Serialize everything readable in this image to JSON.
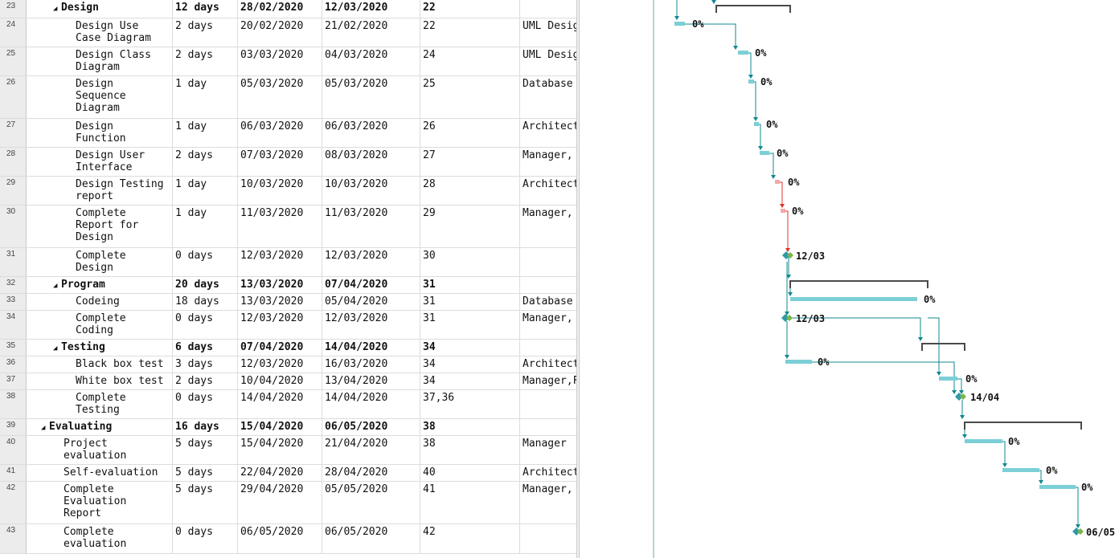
{
  "colors": {
    "task_bar": "#7ccfd6",
    "critical_bar": "#f4a7a7",
    "milestone": "#2f9aa5",
    "summary_bracket": "#4a4a4a",
    "link": "#11888f",
    "critical_link": "#d9332b",
    "progress_tick": "#7ab648"
  },
  "rows": [
    {
      "id": "23",
      "name": "Design",
      "summary": true,
      "duration": "12 days",
      "start": "28/02/2020",
      "finish": "12/03/2020",
      "pred": "22",
      "resources": "",
      "gantt_label": ""
    },
    {
      "id": "24",
      "name": "Design Use\nCase Diagram",
      "summary": false,
      "duration": "2 days",
      "start": "20/02/2020",
      "finish": "21/02/2020",
      "pred": "22",
      "resources": "UML Design\nArchitect",
      "gantt_label": "0%"
    },
    {
      "id": "25",
      "name": "Design Class\nDiagram",
      "summary": false,
      "duration": "2 days",
      "start": "03/03/2020",
      "finish": "04/03/2020",
      "pred": "24",
      "resources": "UML Design\nArchitect",
      "gantt_label": "0%"
    },
    {
      "id": "26",
      "name": "Design\nSequence\nDiagram",
      "summary": false,
      "duration": "1 day",
      "start": "05/03/2020",
      "finish": "05/03/2020",
      "pred": "25",
      "resources": "Database\nadministr\nHardware\ninstall",
      "gantt_label": "0%"
    },
    {
      "id": "27",
      "name": "Design\nFunction",
      "summary": false,
      "duration": "1 day",
      "start": "06/03/2020",
      "finish": "06/03/2020",
      "pred": "26",
      "resources": "Architect\nManager,F",
      "gantt_label": "0%"
    },
    {
      "id": "28",
      "name": "Design User\nInterface",
      "summary": false,
      "duration": "2 days",
      "start": "07/03/2020",
      "finish": "08/03/2020",
      "pred": "27",
      "resources": "Manager,\nMedia page",
      "gantt_label": "0%"
    },
    {
      "id": "29",
      "name": "Design Testing\nreport",
      "summary": false,
      "duration": "1 day",
      "start": "10/03/2020",
      "finish": "10/03/2020",
      "pred": "28",
      "resources": "Architect\nDatabase\nadmin",
      "gantt_label": "0%"
    },
    {
      "id": "30",
      "name": "Complete\nReport for\nDesign",
      "summary": false,
      "duration": "1 day",
      "start": "11/03/2020",
      "finish": "11/03/2020",
      "pred": "29",
      "resources": "Manager,\nRecorder",
      "gantt_label": "0%"
    },
    {
      "id": "31",
      "name": "Complete\nDesign",
      "summary": false,
      "duration": "0 days",
      "start": "12/03/2020",
      "finish": "12/03/2020",
      "pred": "30",
      "resources": "",
      "gantt_label": "12/03"
    },
    {
      "id": "32",
      "name": "Program",
      "summary": true,
      "duration": "20 days",
      "start": "13/03/2020",
      "finish": "07/04/2020",
      "pred": "31",
      "resources": "",
      "gantt_label": ""
    },
    {
      "id": "33",
      "name": "Codeing",
      "summary": false,
      "duration": "18 days",
      "start": "13/03/2020",
      "finish": "05/04/2020",
      "pred": "31",
      "resources": "Database",
      "gantt_label": "0%"
    },
    {
      "id": "34",
      "name": "Complete\nCoding",
      "summary": false,
      "duration": "0 days",
      "start": "12/03/2020",
      "finish": "12/03/2020",
      "pred": "31",
      "resources": "Manager,\nRecorder",
      "gantt_label": "12/03"
    },
    {
      "id": "35",
      "name": "Testing",
      "summary": true,
      "duration": "6 days",
      "start": "07/04/2020",
      "finish": "14/04/2020",
      "pred": "34",
      "resources": "",
      "gantt_label": ""
    },
    {
      "id": "36",
      "name": "Black box test",
      "summary": false,
      "duration": "3 days",
      "start": "12/03/2020",
      "finish": "16/03/2020",
      "pred": "34",
      "resources": "Architect",
      "gantt_label": "0%"
    },
    {
      "id": "37",
      "name": "White box test",
      "summary": false,
      "duration": "2 days",
      "start": "10/04/2020",
      "finish": "13/04/2020",
      "pred": "34",
      "resources": "Manager,F",
      "gantt_label": "0%"
    },
    {
      "id": "38",
      "name": "Complete\nTesting",
      "summary": false,
      "duration": "0 days",
      "start": "14/04/2020",
      "finish": "14/04/2020",
      "pred": "37,36",
      "resources": "",
      "gantt_label": "14/04"
    },
    {
      "id": "39",
      "name": "Evaluating",
      "summary": true,
      "duration": "16 days",
      "start": "15/04/2020",
      "finish": "06/05/2020",
      "pred": "38",
      "resources": "",
      "gantt_label": ""
    },
    {
      "id": "40",
      "name": "Project\nevaluation",
      "summary": false,
      "duration": "5 days",
      "start": "15/04/2020",
      "finish": "21/04/2020",
      "pred": "38",
      "resources": "Manager",
      "gantt_label": "0%"
    },
    {
      "id": "41",
      "name": "Self-evaluation",
      "summary": false,
      "duration": "5 days",
      "start": "22/04/2020",
      "finish": "28/04/2020",
      "pred": "40",
      "resources": "Architect",
      "gantt_label": "0%"
    },
    {
      "id": "42",
      "name": "Complete\nEvaluation\nReport",
      "summary": false,
      "duration": "5 days",
      "start": "29/04/2020",
      "finish": "05/05/2020",
      "pred": "41",
      "resources": "Manager,\nRecorder",
      "gantt_label": "0%"
    },
    {
      "id": "43",
      "name": "Complete\nevaluation",
      "summary": false,
      "duration": "0 days",
      "start": "06/05/2020",
      "finish": "06/05/2020",
      "pred": "42",
      "resources": "",
      "gantt_label": "06/05"
    }
  ]
}
